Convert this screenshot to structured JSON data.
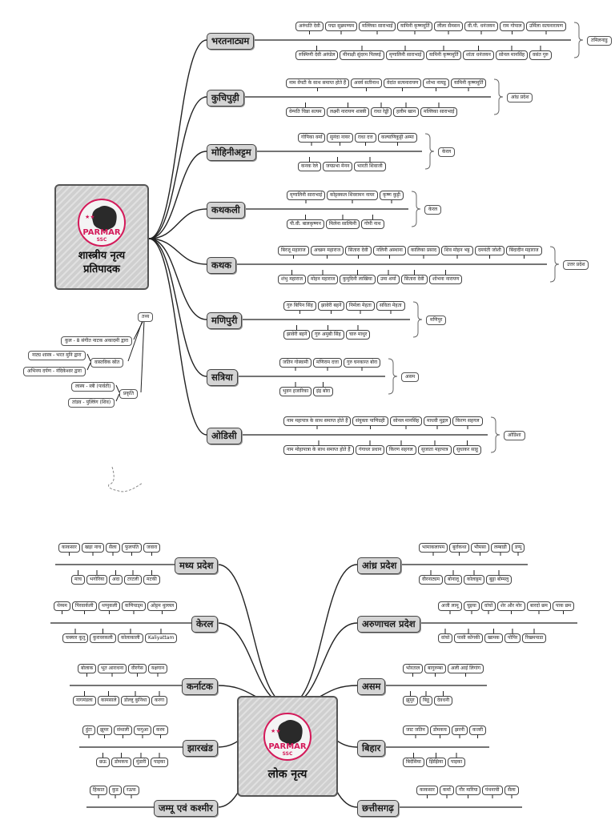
{
  "brand": {
    "name": "PARMAR",
    "sub": "SSC",
    "color": "#d41a5a"
  },
  "classical": {
    "title_lines": [
      "शास्त्रीय नृत्य",
      "प्रतिपादक"
    ],
    "dances": [
      {
        "name": "भरतनाट्यम",
        "top": [
          "अरुंधति देवी",
          "पद्मा सुब्रमण्यम",
          "मल्लिका साराभाई",
          "यामिनी कृष्णमूर्ति",
          "लीला सैमसन",
          "वी.पी. धनंजयन",
          "राम गोपाल",
          "उर्मिला सत्यनारायण"
        ],
        "bottom": [
          "रुक्मिणी देवी अरुंडेल",
          "मीनाक्षी सुंदरम पिल्लई",
          "मृणालिनी साराभाई",
          "यामिनी कृष्णमूर्ति",
          "शांता धनंजयन",
          "सोनल मानसिंह",
          "वसंत गुरु"
        ],
        "region": "तमिलनाडु"
      },
      {
        "name": "कुचिपुड़ी",
        "top": [
          "नाम वेंपटी के साथ समाप्त होते हैं",
          "अवर्य सतीनाथ",
          "वेदांत सत्यनारायण",
          "शोभा नायडू",
          "यामिनी कृष्णमूर्ति"
        ],
        "bottom": [
          "वेम्पति चिन्ना सत्यम",
          "लक्ष्मी नारायण शास्त्री",
          "राधा रेड्डी",
          "हलीम खान",
          "मल्लिका साराभाई"
        ],
        "region": "आंध्र प्रदेश"
      },
      {
        "name": "मोहिनीअट्टम",
        "top": [
          "गोपिका वर्मा",
          "सुनंदा नायर",
          "राधा दत्त",
          "कल्याणिकुट्टी अम्मा"
        ],
        "bottom": [
          "कनक रेले",
          "जयप्रभा मेनन",
          "भारती शिवाजी"
        ],
        "region": "केरल"
      },
      {
        "name": "कथकली",
        "top": [
          "मृणालिनी साराभाई",
          "कोट्टक्कल शिवरामन नायर",
          "कृष्ण कुट्टी"
        ],
        "bottom": [
          "पी.वी. बालकृष्णन",
          "मिलेना साल्विनी",
          "गोपी नाथ"
        ],
        "region": "केरल"
      },
      {
        "name": "कथक",
        "top": [
          "बिरजू महाराज",
          "अच्छन महाराज",
          "सितारा देवी",
          "नलिनी अस्थाना",
          "कालिका प्रसाद",
          "शिव मोहन भट्ट",
          "दमयंती जोशी",
          "बिंदादीन महाराज"
        ],
        "bottom": [
          "शंभु महाराज",
          "मोहन महाराज",
          "कुमुदिनी लाखिया",
          "उमा शर्मा",
          "सितारा देवी",
          "शोभना नारायण"
        ],
        "region": "उत्तर प्रदेश"
      },
      {
        "name": "मणिपुरी",
        "top": [
          "गुरु बिपिन सिंह",
          "झावेरी बहनें",
          "निर्मला मेहता",
          "सविता मेहता"
        ],
        "bottom": [
          "झावेरी बहनें",
          "गुरु अमुबी सिंह",
          "चारु माथुर"
        ],
        "region": "मणिपुर"
      },
      {
        "name": "सत्रिया",
        "top": [
          "जतिन गोस्वामी",
          "मणिराम दत्ता",
          "गुरु घनकान्त बोरा"
        ],
        "bottom": [
          "भुवन हजारिका",
          "इंद्र बोरा"
        ],
        "region": "असम"
      },
      {
        "name": "ओडिसी",
        "top": [
          "नाम महापात्र के साथ समाप्त होते हैं",
          "संयुक्ता पाणिग्रही",
          "सोनल मानसिंह",
          "माधवी मुद्गल",
          "किरण सहगल"
        ],
        "bottom": [
          "नाम मोहापात्रा के साथ समाप्त होते हैं",
          "गंगाधर प्रधान",
          "किरण सहगल",
          "सुजाता महापात्र",
          "सुधाकर साहू"
        ],
        "region": "ओडिशा"
      }
    ],
    "facts": {
      "label": "तथ्य",
      "items": [
        "कुल - 8 संगीत नाटक अकादमी द्वारा"
      ],
      "origin_label": "वास्तविक स्रोत",
      "origin_items": [
        "नाट्य शास्त्र - भरत मुनि द्वारा",
        "अभिनय दर्पण - नंदिकेश्वर द्वारा"
      ],
      "nature_label": "प्रकृति",
      "nature_items": [
        "लास्य - स्त्री (पार्वती)",
        "तांडव - पुल्लिंग (शिव)"
      ]
    }
  },
  "folk": {
    "title": "लोक नृत्य",
    "left": [
      {
        "name": "मध्य प्रदेश",
        "top": [
          "काकसार",
          "खड़ा नाच",
          "सैला",
          "फुलपति",
          "जवारा"
        ],
        "bottom": [
          "माच",
          "भगोरिया",
          "अदा",
          "टरटली",
          "मटकी"
        ]
      },
      {
        "name": "केरल",
        "top": [
          "थेय्यम",
          "पिरवार्कली",
          "थप्पुकली",
          "कणियाड्म",
          "ओट्टम थुल्लल"
        ],
        "bottom": [
          "चक्यार कूतु",
          "कुरावरकली",
          "कोलाकाली",
          "Kaliyattam"
        ]
      },
      {
        "name": "कर्नाटक",
        "top": [
          "बोलाक",
          "भूत आराधना",
          "वीरगेस",
          "यक्षगान"
        ],
        "bottom": [
          "नागमंडला",
          "कामसाले",
          "डोल्लू कुनिथा",
          "करगा"
        ]
      },
      {
        "name": "झारखंड",
        "top": [
          "हुंटा",
          "झूमर",
          "संथाली",
          "फगुआ",
          "करम"
        ],
        "bottom": [
          "छऊ",
          "डोमकच",
          "मुंडारी",
          "पाइका"
        ]
      },
      {
        "name": "जम्मू एवं कश्मीर",
        "top": [
          "हिकात",
          "कुड",
          "रऊफ"
        ],
        "bottom": []
      }
    ],
    "right": [
      {
        "name": "आंध्र प्रदेश",
        "top": [
          "भामाकलापम",
          "बुर्राकथा",
          "भीमसा",
          "लम्बाडी",
          "डप्पू"
        ],
        "bottom": [
          "वीरनाट्यम",
          "बोनालू",
          "कोलाट्टम",
          "बुट्टा बोम्मलु"
        ]
      },
      {
        "name": "अरुणाचल प्रदेश",
        "top": [
          "अजी लामू",
          "चुइया",
          "वांचो",
          "शेर और मोर",
          "बारदो छम",
          "पाक छम"
        ],
        "bottom": [
          "वांचो",
          "पासी कोंगकी",
          "खामक",
          "पोपिर",
          "रिखमपाडा"
        ]
      },
      {
        "name": "असम",
        "top": [
          "भोरताल",
          "बागुरुम्बा",
          "अली आई लिगांग"
        ],
        "bottom": [
          "झुमुर",
          "बिहू",
          "देवधनी"
        ]
      },
      {
        "name": "बिहार",
        "top": [
          "जाट जतिन",
          "डोमकच",
          "झरनी",
          "कजरी"
        ],
        "bottom": [
          "बिदेसिया",
          "झिझिया",
          "पाइका"
        ]
      },
      {
        "name": "छत्तीसगढ़",
        "top": [
          "काकसार",
          "कर्मा",
          "गौर मारिया",
          "पंथनाची",
          "सैला"
        ],
        "bottom": []
      }
    ]
  }
}
